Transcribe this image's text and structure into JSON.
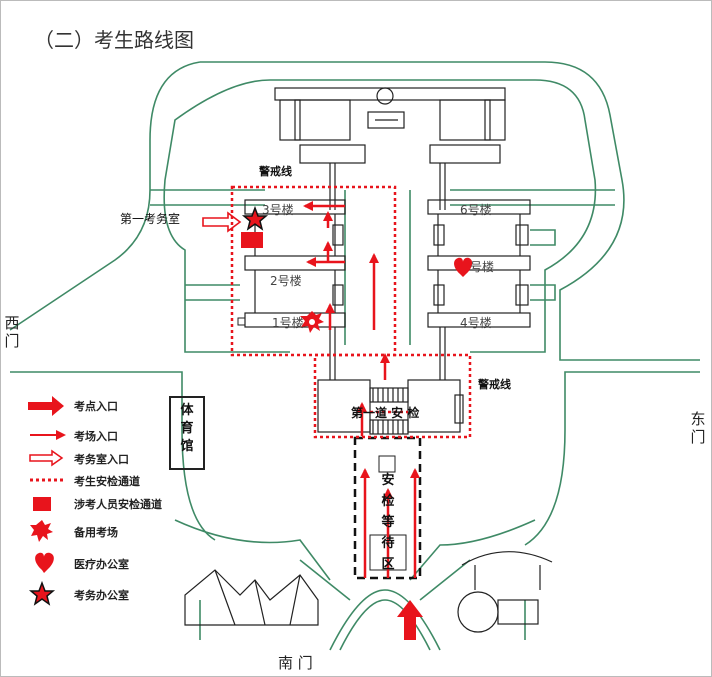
{
  "title": "（二）考生路线图",
  "buildings": {
    "b3": "3号楼",
    "b2": "2号楼",
    "b1": "1号楼",
    "b6": "6号楼",
    "b5": "号楼",
    "b4": "4号楼",
    "gym": "体育馆"
  },
  "labels": {
    "cordon_top": "警戒线",
    "cordon_right": "警戒线",
    "exam_affairs_room": "第一考务室",
    "first_checkpoint": "第一道 安 检",
    "waiting_area": "安检等待区"
  },
  "gates": {
    "west": "西门",
    "east": "东门",
    "south": "南 门"
  },
  "legend": [
    {
      "icon": "big-red-arrow",
      "label": "考点入口"
    },
    {
      "icon": "red-arrow",
      "label": "考场入口"
    },
    {
      "icon": "hollow-arrow",
      "label": "考务室入口"
    },
    {
      "icon": "dotted-line",
      "label": "考生安检通道"
    },
    {
      "icon": "red-square",
      "label": "涉考人员安检通道"
    },
    {
      "icon": "burst",
      "label": "备用考场"
    },
    {
      "icon": "heart",
      "label": "医疗办公室"
    },
    {
      "icon": "star",
      "label": "考务办公室"
    }
  ],
  "colors": {
    "route": "#e8141c",
    "road": "#3f8a66",
    "outline": "#222222"
  }
}
